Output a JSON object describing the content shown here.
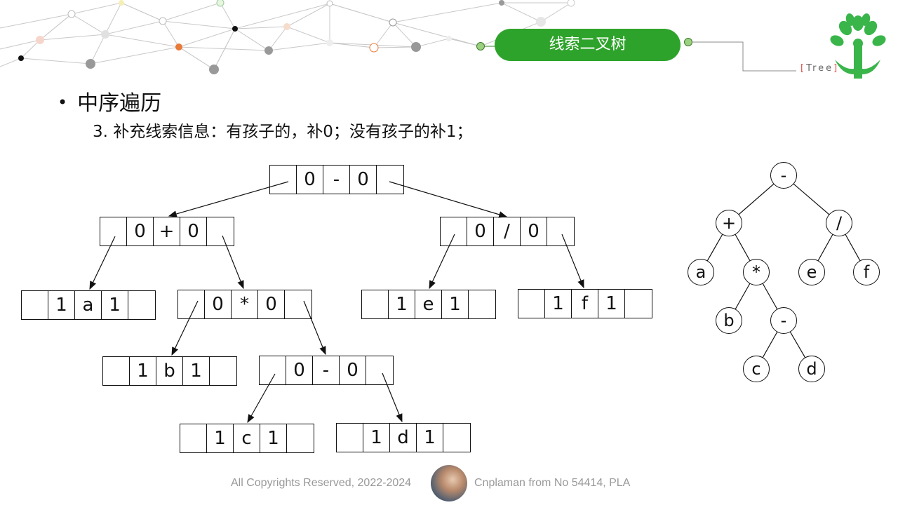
{
  "header": {
    "title": "线索二叉树",
    "tag_open": "[",
    "tag_text": "Tree",
    "tag_close": "]"
  },
  "content": {
    "bullet": "中序遍历",
    "subtitle": "3. 补充线索信息：有孩子的，补0；没有孩子的补1；"
  },
  "thread_nodes": [
    {
      "id": "n-root",
      "cells": [
        "",
        "0",
        "-",
        "0",
        ""
      ]
    },
    {
      "id": "n-plus",
      "cells": [
        "",
        "0",
        "+",
        "0",
        ""
      ]
    },
    {
      "id": "n-div",
      "cells": [
        "",
        "0",
        "/",
        "0",
        ""
      ]
    },
    {
      "id": "n-a",
      "cells": [
        "",
        "1",
        "a",
        "1",
        ""
      ]
    },
    {
      "id": "n-mul",
      "cells": [
        "",
        "0",
        "*",
        "0",
        ""
      ]
    },
    {
      "id": "n-e",
      "cells": [
        "",
        "1",
        "e",
        "1",
        ""
      ]
    },
    {
      "id": "n-f",
      "cells": [
        "",
        "1",
        "f",
        "1",
        ""
      ]
    },
    {
      "id": "n-b",
      "cells": [
        "",
        "1",
        "b",
        "1",
        ""
      ]
    },
    {
      "id": "n-minus",
      "cells": [
        "",
        "0",
        "-",
        "0",
        ""
      ]
    },
    {
      "id": "n-c",
      "cells": [
        "",
        "1",
        "c",
        "1",
        ""
      ]
    },
    {
      "id": "n-d",
      "cells": [
        "",
        "1",
        "d",
        "1",
        ""
      ]
    }
  ],
  "expr_tree": [
    "-",
    "+",
    "/",
    "a",
    "*",
    "e",
    "f",
    "b",
    "-",
    "c",
    "d"
  ],
  "footer": {
    "copyright": "All Copyrights Reserved, 2022-2024",
    "author": "Cnplaman from No 54414, PLA"
  },
  "colors": {
    "accent": "#2ea32b"
  }
}
